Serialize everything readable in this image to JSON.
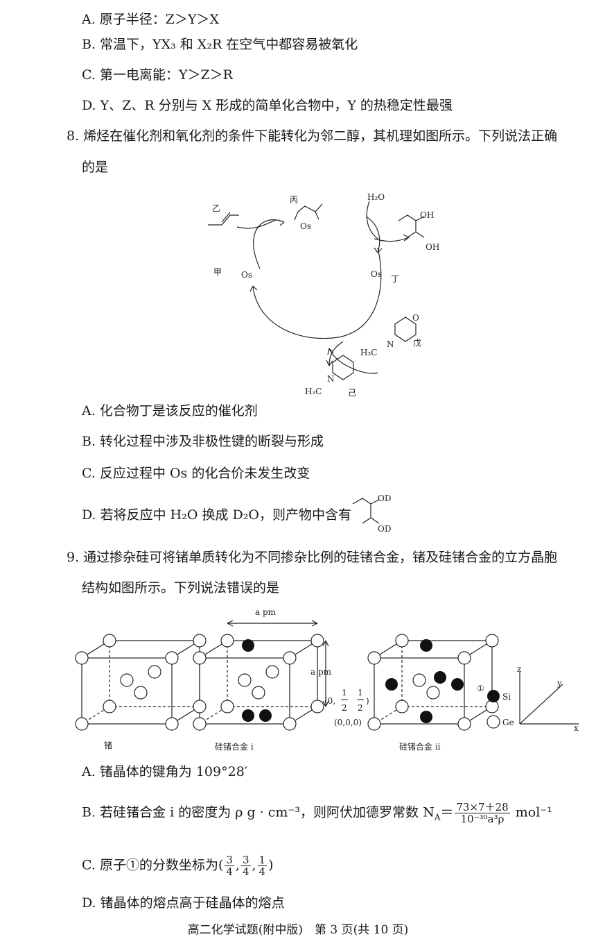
{
  "q7_options": {
    "A": "A. 原子半径：Z＞Y＞X",
    "B": "B. 常温下，YX₃ 和 X₂R 在空气中都容易被氧化",
    "C": "C. 第一电离能：Y＞Z＞R",
    "D": "D. Y、Z、R 分别与 X 形成的简单化合物中，Y 的热稳定性最强"
  },
  "q8": {
    "stem_line1": "8. 烯烃在催化剂和氧化剂的条件下能转化为邻二醇，其机理如图所示。下列说法正确",
    "stem_line2": "的是",
    "figure_labels": {
      "jia": "甲",
      "yi": "乙",
      "bing": "丙",
      "ding": "丁",
      "wu": "戊",
      "ji": "己",
      "h2o": "H₂O",
      "oh": "OH",
      "h3c": "H₃C",
      "n": "N",
      "o": "O",
      "os": "Os"
    },
    "A": "A. 化合物丁是该反应的催化剂",
    "B": "B. 转化过程中涉及非极性键的断裂与形成",
    "C": "C. 反应过程中 Os 的化合价未发生改变",
    "D_text": "D. 若将反应中 H₂O 换成 D₂O，则产物中含有",
    "D_label": "OD"
  },
  "q9": {
    "stem_line1": "9. 通过掺杂硅可将锗单质转化为不同掺杂比例的硅锗合金，锗及硅锗合金的立方晶胞",
    "stem_line2": "结构如图所示。下列说法错误的是",
    "figure": {
      "edge_label_top": "a pm",
      "edge_label_side": "a pm",
      "caption1": "锗",
      "caption2": "硅锗合金 i",
      "caption3": "硅锗合金 ii",
      "coord1_prefix": "(0,",
      "coord1_suffix": ")",
      "coord2": "(0,0,0)",
      "atom_marker": "①",
      "legend_si": "Si",
      "legend_ge": "Ge",
      "axis_x": "x",
      "axis_y": "y",
      "axis_z": "z",
      "half": "1",
      "two": "2"
    },
    "A": "A. 锗晶体的键角为 109°28′",
    "B_prefix": "B. 若硅锗合金 i 的密度为 ρ g · cm⁻³，则阿伏加德罗常数 N",
    "B_sub": "A",
    "B_eq": "＝",
    "B_num": "73×7＋28",
    "B_den": "10⁻³⁰a³ρ",
    "B_unit": "mol⁻¹",
    "C_prefix": "C. 原子①的分数坐标为(",
    "C_n1": "3",
    "C_d1": "4",
    "C_n2": "3",
    "C_d2": "4",
    "C_n3": "1",
    "C_d3": "4",
    "C_suffix": ")",
    "D": "D. 锗晶体的熔点高于硅晶体的熔点"
  },
  "footer": "高二化学试题(附中版)　第 3 页(共 10 页)"
}
